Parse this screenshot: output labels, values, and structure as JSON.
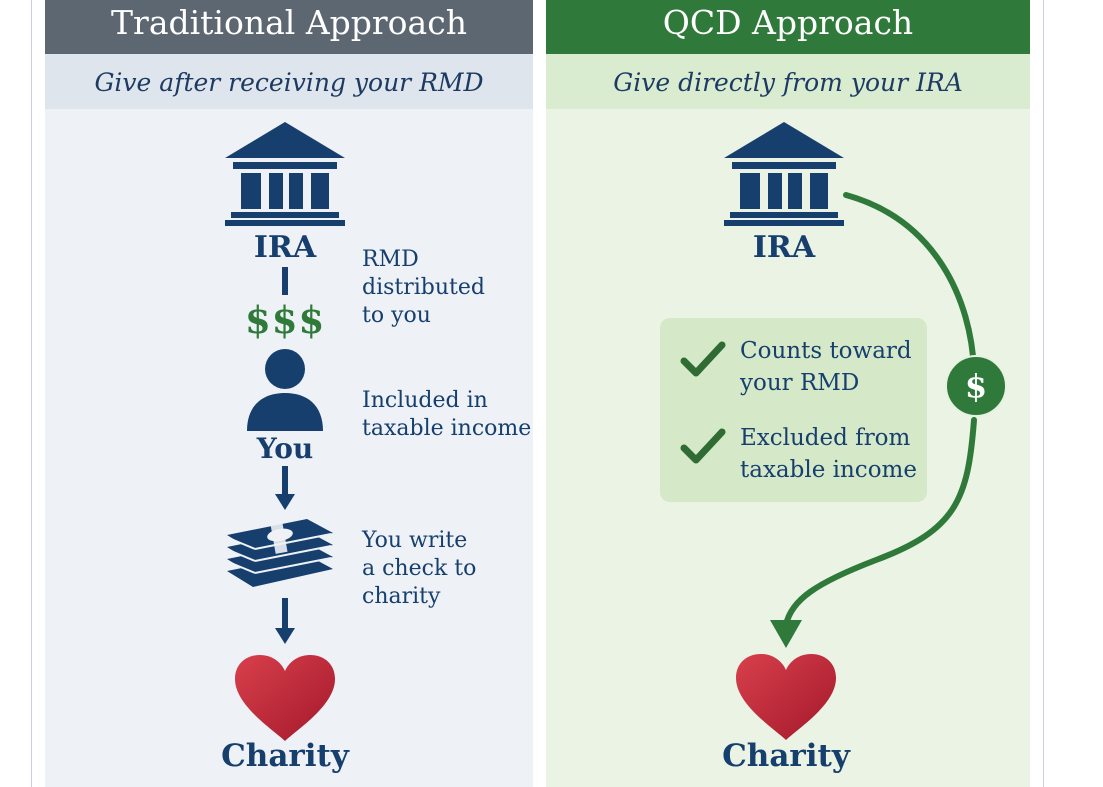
{
  "traditional": {
    "title": "Traditional Approach",
    "subtitle": "Give after receiving your RMD",
    "ira_label": "IRA",
    "dollars": "$$$",
    "note_rmd": "RMD\ndistributed\nto you",
    "you_label": "You",
    "note_income": "Included in\ntaxable income",
    "note_check": "You write\na check to charity",
    "charity_label": "Charity"
  },
  "qcd": {
    "title": "QCD Approach",
    "subtitle": "Give directly from your IRA",
    "ira_label": "IRA",
    "dollar_badge": "$",
    "benefits": [
      {
        "text": "Counts toward\nyour RMD"
      },
      {
        "text": "Excluded from\ntaxable income"
      }
    ],
    "charity_label": "Charity"
  },
  "colors": {
    "navy": "#163f6e",
    "green": "#2f7a3a",
    "heart_red": "#b8202f",
    "trad_header": "#5c6772",
    "qcd_header": "#2f7a3a"
  },
  "icons": {
    "ira": "bank-building-icon",
    "you": "person-icon",
    "money": "cash-stack-icon",
    "charity": "heart-icon",
    "benefit": "checkmark-icon"
  }
}
